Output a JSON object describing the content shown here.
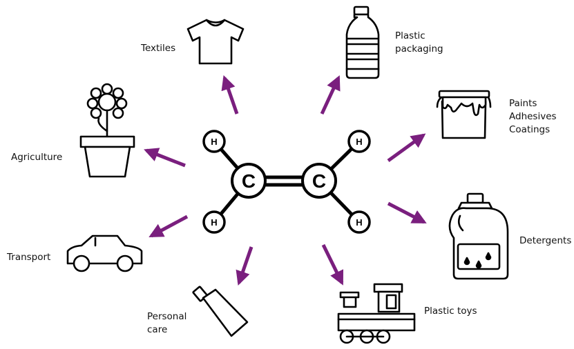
{
  "molecule": {
    "carbon_symbol": "C",
    "hydrogen_symbol": "H"
  },
  "colors": {
    "arrow": "#7a1f7e",
    "outline": "#000000",
    "background": "#ffffff"
  },
  "applications": [
    {
      "id": "textiles",
      "label": "Textiles",
      "icon": "tshirt-icon"
    },
    {
      "id": "packaging",
      "label_lines": [
        "Plastic",
        "packaging"
      ],
      "icon": "bottle-icon"
    },
    {
      "id": "paints",
      "label_lines": [
        "Paints",
        "Adhesives",
        "Coatings"
      ],
      "icon": "paint-bucket-icon"
    },
    {
      "id": "agriculture",
      "label": "Agriculture",
      "icon": "flower-pot-icon"
    },
    {
      "id": "detergents",
      "label": "Detergents",
      "icon": "detergent-bottle-icon"
    },
    {
      "id": "transport",
      "label": "Transport",
      "icon": "car-icon"
    },
    {
      "id": "personal-care",
      "label_lines": [
        "Personal",
        "care"
      ],
      "icon": "tube-icon"
    },
    {
      "id": "toys",
      "label": "Plastic toys",
      "icon": "toy-train-icon"
    }
  ]
}
